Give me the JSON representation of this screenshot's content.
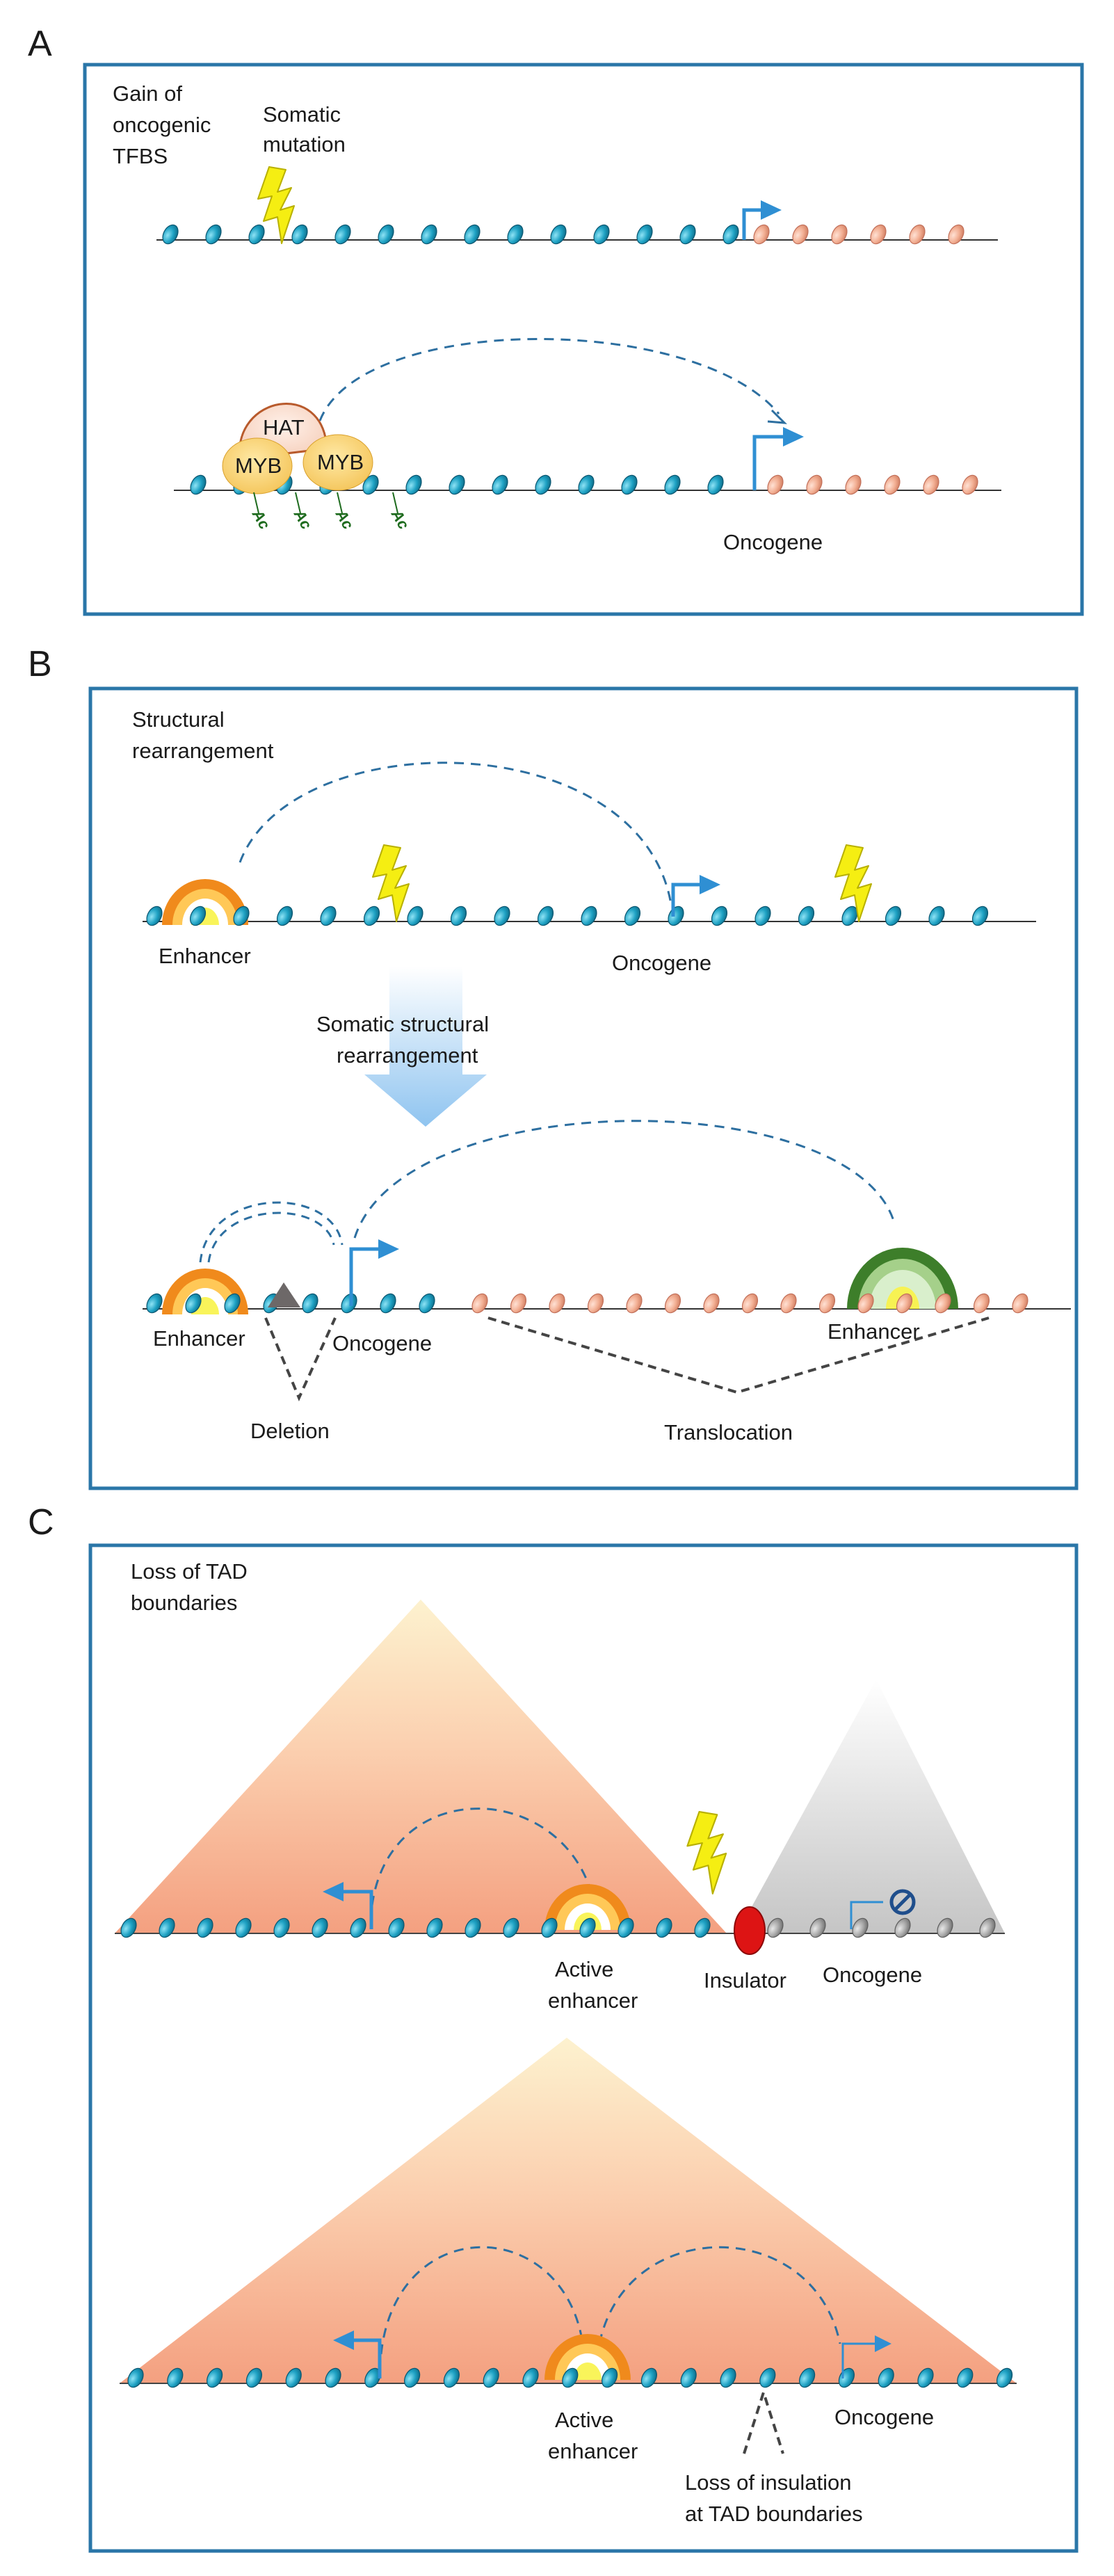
{
  "panels": [
    {
      "id": "A",
      "labels": {
        "title": "Gain of oncogenic TFBS",
        "title_line1": "Gain of",
        "title_line2": "oncogenic",
        "title_line3": "TFBS",
        "mutation_line1": "Somatic",
        "mutation_line2": "mutation",
        "hat": "HAT",
        "myb": "MYB",
        "ac": "Ac",
        "oncogene": "Oncogene"
      }
    },
    {
      "id": "B",
      "labels": {
        "title_line1": "Structural",
        "title_line2": "rearrangement",
        "enhancer": "Enhancer",
        "oncogene": "Oncogene",
        "arrow_line1": "Somatic structural",
        "arrow_line2": "rearrangement",
        "deletion": "Deletion",
        "translocation": "Translocation"
      }
    },
    {
      "id": "C",
      "labels": {
        "title_line1": "Loss of TAD",
        "title_line2": "boundaries",
        "active_line1": "Active",
        "active_line2": "enhancer",
        "insulator": "Insulator",
        "oncogene": "Oncogene",
        "loss_line1": "Loss of insulation",
        "loss_line2": "at TAD boundaries"
      }
    }
  ],
  "colors": {
    "nucleosome_active": "#1fa2c4",
    "nucleosome_gene": "#f0b29a",
    "nucleosome_inactive": "#a8a8a8",
    "tss_arrow": "#2f8fd3",
    "dashed_loop": "#2d6fa0",
    "frame": "#2a76a8",
    "insulator": "#dd1414",
    "mutation_bolt": "#f5ee12",
    "tad_active": "#f5a888",
    "tad_inactive": "#cfcfcf"
  }
}
